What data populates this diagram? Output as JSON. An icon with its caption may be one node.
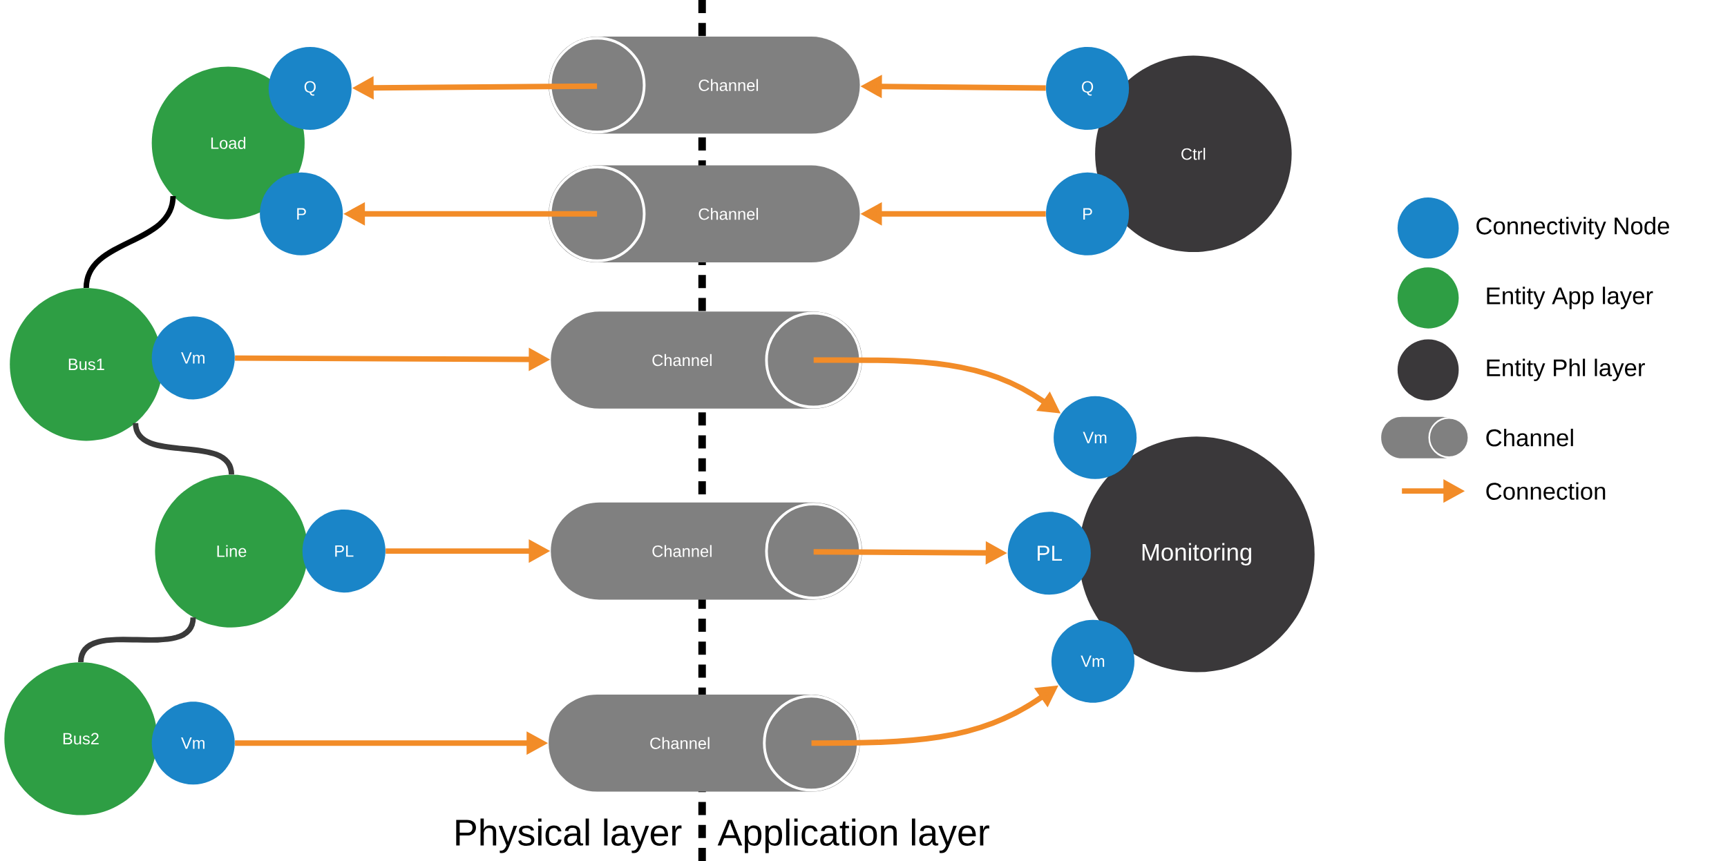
{
  "diagram": {
    "nodes": [
      {
        "text": [
          "Load"
        ]
      },
      {
        "text": [
          "Q"
        ]
      },
      {
        "text": [
          "P"
        ]
      },
      {
        "text": [
          "Channel"
        ]
      },
      {
        "text": [
          "Q"
        ]
      },
      {
        "text": [
          "Ctrl"
        ]
      },
      {
        "text": [
          "Channel"
        ]
      },
      {
        "text": [
          "P"
        ]
      },
      {
        "text": [
          "Bus1"
        ]
      },
      {
        "text": [
          "Vm"
        ]
      },
      {
        "text": [
          "Channel"
        ]
      },
      {
        "text": [
          "Vm"
        ]
      },
      {
        "text": [
          "Line"
        ]
      },
      {
        "text": [
          "PL"
        ]
      },
      {
        "text": [
          "Channel"
        ]
      },
      {
        "text": [
          "PL"
        ]
      },
      {
        "text": [
          "Monitoring"
        ]
      },
      {
        "text": [
          "Bus2"
        ]
      },
      {
        "text": [
          "Vm"
        ]
      },
      {
        "text": [
          "Channel"
        ]
      },
      {
        "text": [
          "Vm"
        ]
      }
    ],
    "edges": [
      {
        "from": 3,
        "to": 1,
        "arrow": "to"
      },
      {
        "from": 4,
        "to": 3,
        "arrow": "to"
      },
      {
        "from": 6,
        "to": 2,
        "arrow": "to"
      },
      {
        "from": 7,
        "to": 6,
        "arrow": "to"
      },
      {
        "from": 0,
        "to": 8,
        "arrow": "none",
        "color": "#000000"
      },
      {
        "from": 9,
        "to": 10,
        "arrow": "to"
      },
      {
        "from": 10,
        "to": 11,
        "arrow": "to"
      },
      {
        "from": 8,
        "to": 12,
        "arrow": "none",
        "color": "#3a3a3a"
      },
      {
        "from": 13,
        "to": 14,
        "arrow": "to"
      },
      {
        "from": 14,
        "to": 15,
        "arrow": "to"
      },
      {
        "from": 12,
        "to": 17,
        "arrow": "none",
        "color": "#3a3a3a"
      },
      {
        "from": 18,
        "to": 19,
        "arrow": "to"
      },
      {
        "from": 19,
        "to": 20,
        "arrow": "to"
      }
    ],
    "labels": [
      "Physical layer",
      "Application layer"
    ],
    "legend": [
      {
        "text": "Connectivity Node",
        "color": "#1a85c8"
      },
      {
        "text": "Entity App layer",
        "color": "#2e9e44"
      },
      {
        "text": "Entity Phl layer",
        "color": "#3a383a"
      },
      {
        "text": "Channel"
      },
      {
        "text": "Connection"
      }
    ]
  }
}
